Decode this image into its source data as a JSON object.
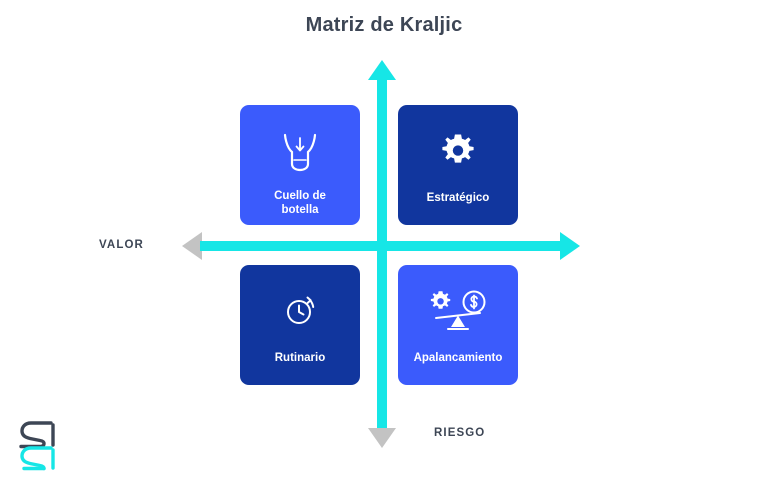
{
  "title": "Matriz de Kraljic",
  "axes": {
    "vertical": {
      "label": "",
      "color": "#16e6e6",
      "arrow_up_icon": "arrow-up-icon",
      "arrow_down_icon": "arrow-down-icon"
    },
    "horizontal": {
      "label_left": "VALOR",
      "label_right": "RIESGO",
      "color": "#16e6e6",
      "arrow_left_icon": "arrow-left-icon",
      "arrow_right_icon": "arrow-right-icon"
    }
  },
  "quadrants": [
    {
      "id": "cuello-de-botella",
      "label": "Cuello de\nbotella",
      "label_line1": "Cuello de",
      "label_line2": "botella",
      "position": "top-left",
      "color": "#3b5bfc",
      "icon": "funnel-icon"
    },
    {
      "id": "estrategico",
      "label": "Estratégico",
      "position": "top-right",
      "color": "#11369e",
      "icon": "gear-icon"
    },
    {
      "id": "rutinario",
      "label": "Rutinario",
      "position": "bottom-left",
      "color": "#11369e",
      "icon": "clock-refresh-icon"
    },
    {
      "id": "apalancamiento",
      "label": "Apalancamiento",
      "position": "bottom-right",
      "color": "#3b5bfc",
      "icon": "balance-scale-gear-dollar-icon"
    }
  ],
  "logo": {
    "name": "s-logo",
    "colors": [
      "#3d4655",
      "#16e6e6"
    ]
  }
}
